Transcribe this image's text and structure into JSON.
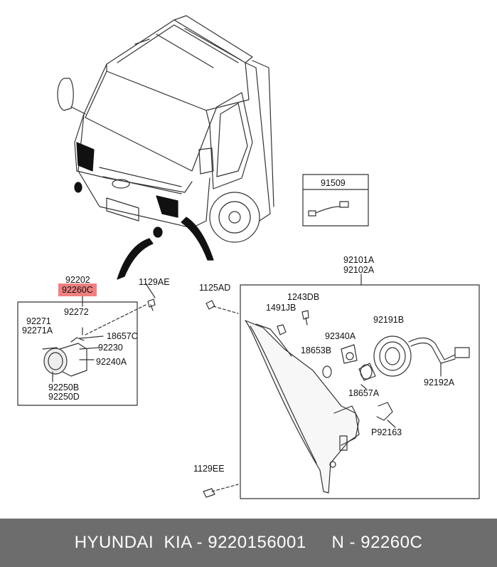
{
  "labels": {
    "p91509": "91509",
    "p92101A": "92101A",
    "p92102A": "92102A",
    "p92202": "92202",
    "p92260C": "92260C",
    "p1129AE": "1129AE",
    "p1125AD": "1125AD",
    "p1243DB": "1243DB",
    "p1491JB": "1491JB",
    "p92191B": "92191B",
    "p92272": "92272",
    "p92271": "92271",
    "p92271A": "92271A",
    "p18657C": "18657C",
    "p92230": "92230",
    "p92240A": "92240A",
    "p92250B": "92250B",
    "p92250D": "92250D",
    "p92340A": "92340A",
    "p18653B": "18653B",
    "p92192A": "92192A",
    "p18657A": "18657A",
    "pP92163": "P92163",
    "p1129EE": "1129EE"
  },
  "highlight_color": "#f08080",
  "footer": {
    "text": "HYUNDAI  KIA - 9220156001     N - 92260C",
    "background": "#6d6d6d"
  }
}
